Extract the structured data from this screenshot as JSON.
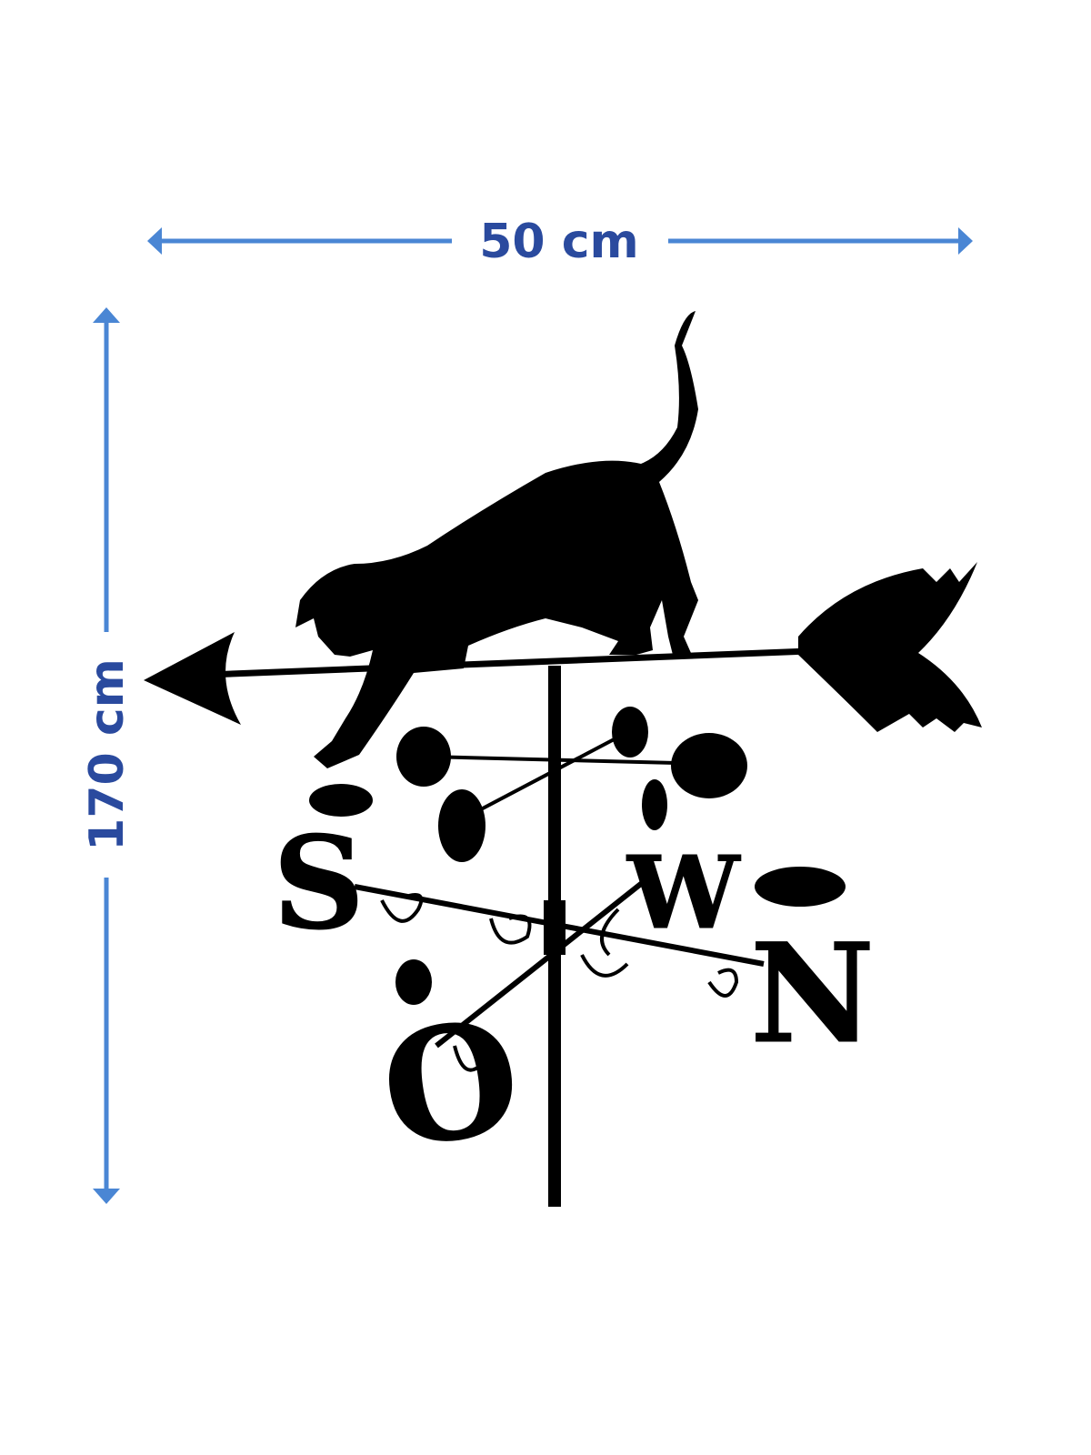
{
  "dimensions": {
    "width_label": "50 cm",
    "height_label": "170 cm"
  },
  "product": {
    "letters": {
      "s": "S",
      "w": "W",
      "n": "N",
      "o": "O"
    }
  },
  "colors": {
    "arrow": "#4a86d4",
    "dimension_text": "#2a4a9e",
    "silhouette": "#000000"
  }
}
